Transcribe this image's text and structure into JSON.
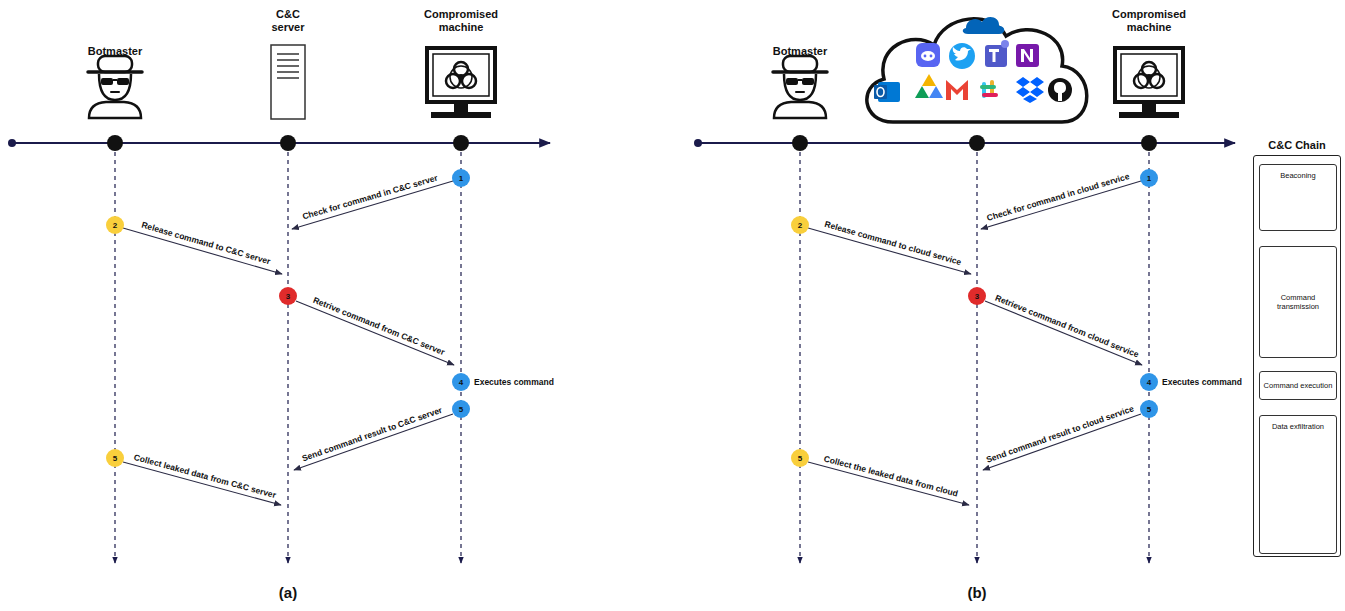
{
  "diagram": {
    "nodes": [
      {
        "text": [
          "Botmaster"
        ]
      },
      {
        "text": [
          "C&C server"
        ]
      },
      {
        "text": [
          "Compromised machine"
        ]
      },
      {
        "text": [
          "1"
        ]
      },
      {
        "text": [
          "2"
        ]
      },
      {
        "text": [
          "3"
        ]
      },
      {
        "text": [
          "4"
        ]
      },
      {
        "text": [
          "5"
        ]
      },
      {
        "text": [
          "5"
        ]
      },
      {
        "text": [
          "Botmaster"
        ]
      },
      {
        "text": [
          "Compromised machine"
        ]
      },
      {
        "text": [
          "1"
        ]
      },
      {
        "text": [
          "2"
        ]
      },
      {
        "text": [
          "3"
        ]
      },
      {
        "text": [
          "4"
        ]
      },
      {
        "text": [
          "5"
        ]
      },
      {
        "text": [
          "5"
        ]
      },
      {
        "text": [
          "C&C Chain"
        ]
      },
      {
        "text": [
          "Beaconing"
        ],
        "in": 17
      },
      {
        "text": [
          "Command transmission"
        ],
        "in": 17
      },
      {
        "text": [
          "Command execution"
        ],
        "in": 17
      },
      {
        "text": [
          "Data exfiltration"
        ],
        "in": 17
      }
    ],
    "edges": [
      {
        "from": 18,
        "to": 19,
        "arrow": "to"
      },
      {
        "from": 19,
        "to": 20,
        "arrow": "to"
      },
      {
        "from": 20,
        "to": 21,
        "arrow": "to"
      }
    ],
    "labels": [
      "Check for command in C&C server",
      "Release command to C&C server",
      "Retrive command from C&C server",
      "Executes command",
      "Send command result to C&C server",
      "Collect leaked data from C&C server",
      "(a)",
      "Check for command in cloud service",
      "Release command to cloud service",
      "Retrieve command from cloud service",
      "Executes command",
      "Send command result to cloud service",
      "Collect the leaked data from cloud",
      "(b)"
    ]
  }
}
